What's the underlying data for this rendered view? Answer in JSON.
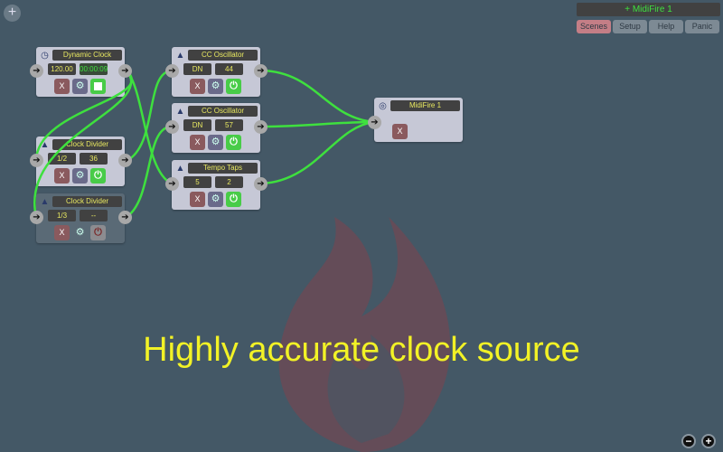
{
  "toolbar": {
    "add_label": "+",
    "device": "+ MidiFire 1",
    "buttons": [
      "Scenes",
      "Setup",
      "Help",
      "Panic"
    ]
  },
  "nodes": [
    {
      "id": "dynamic-clock",
      "title": "Dynamic Clock",
      "icon": "clock-icon",
      "values": [
        "120.00",
        "00:00:09"
      ],
      "run": "stop",
      "enabled": true,
      "has_output": true
    },
    {
      "id": "clock-divider-1",
      "title": "Clock Divider",
      "icon": "module-icon",
      "values": [
        "1/2",
        "36"
      ],
      "run": "power",
      "enabled": true,
      "has_output": true
    },
    {
      "id": "clock-divider-2",
      "title": "Clock Divider",
      "icon": "module-icon",
      "values": [
        "1/3",
        "--"
      ],
      "run": "power",
      "enabled": false,
      "has_output": true
    },
    {
      "id": "cc-oscillator-1",
      "title": "CC Oscillator",
      "icon": "module-icon",
      "values": [
        "DN",
        "44"
      ],
      "run": "power",
      "enabled": true,
      "has_output": true
    },
    {
      "id": "cc-oscillator-2",
      "title": "CC Oscillator",
      "icon": "module-icon",
      "values": [
        "DN",
        "57"
      ],
      "run": "power",
      "enabled": true,
      "has_output": true
    },
    {
      "id": "tempo-taps",
      "title": "Tempo Taps",
      "icon": "module-icon",
      "values": [
        "5",
        "2"
      ],
      "run": "power",
      "enabled": true,
      "has_output": true
    },
    {
      "id": "midifire-1",
      "title": "MidiFire 1",
      "icon": "midi-port-icon",
      "values": [],
      "run": null,
      "enabled": true,
      "has_output": false
    }
  ],
  "labels": {
    "delete": "X"
  },
  "caption": "Highly accurate clock source",
  "colors": {
    "background": "#445866",
    "wire": "#3ee03e",
    "caption": "#f2f226"
  }
}
